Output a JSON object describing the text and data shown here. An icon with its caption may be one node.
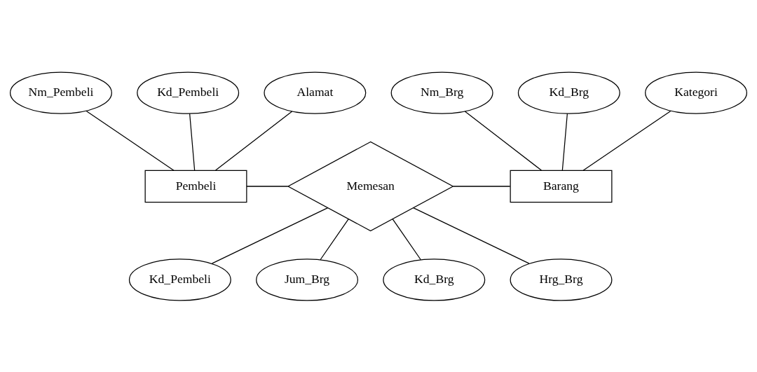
{
  "diagram": {
    "nodes": [
      {
        "text": [
          "Nm_Pembeli"
        ]
      },
      {
        "text": [
          "Nm_Brg"
        ]
      },
      {
        "text": [
          "Kd_Pembeli"
        ]
      },
      {
        "text": [
          "Alamat"
        ]
      },
      {
        "text": [
          "Kd_Brg"
        ]
      },
      {
        "text": [
          "Kategori"
        ]
      },
      {
        "text": [
          "Memesan"
        ]
      },
      {
        "text": [
          "Pembeli"
        ]
      },
      {
        "text": [
          "Barang"
        ]
      },
      {
        "text": [
          "Kd_Pembeli"
        ]
      },
      {
        "text": [
          "Jum_Brg"
        ]
      },
      {
        "text": [
          "Kd_Brg"
        ]
      },
      {
        "text": [
          "Hrg_Brg"
        ]
      }
    ],
    "edges": [
      {
        "from": 2,
        "to": 7,
        "arrow": "none"
      },
      {
        "from": 0,
        "to": 7,
        "arrow": "none"
      },
      {
        "from": 3,
        "to": 7,
        "arrow": "none"
      },
      {
        "from": 4,
        "to": 8,
        "arrow": "none"
      },
      {
        "from": 1,
        "to": 8,
        "arrow": "none"
      },
      {
        "from": 5,
        "to": 8,
        "arrow": "none"
      },
      {
        "from": 7,
        "to": 6,
        "arrow": "none"
      },
      {
        "from": 6,
        "to": 8,
        "arrow": "none"
      },
      {
        "from": 6,
        "to": 9,
        "arrow": "none"
      },
      {
        "from": 6,
        "to": 11,
        "arrow": "none"
      },
      {
        "from": 6,
        "to": 12,
        "arrow": "none"
      },
      {
        "from": 6,
        "to": 10,
        "arrow": "none"
      }
    ]
  }
}
